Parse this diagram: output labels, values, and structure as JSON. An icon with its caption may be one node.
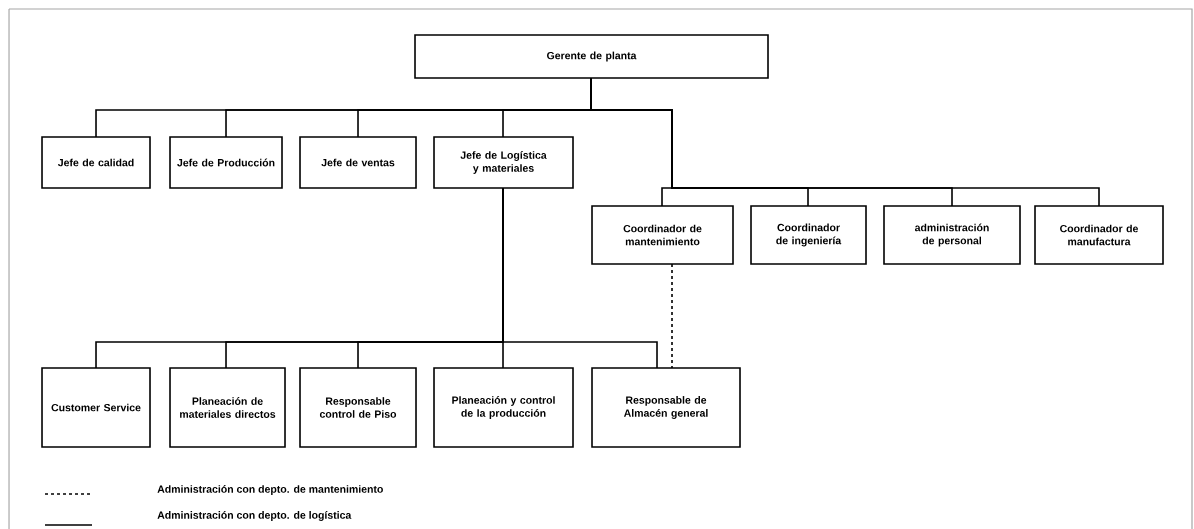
{
  "diagram": {
    "nodes": [
      {
        "text": [
          "Gerente de planta"
        ]
      },
      {
        "text": [
          "Jefe de calidad"
        ]
      },
      {
        "text": [
          "Jefe de Producción"
        ]
      },
      {
        "text": [
          "Jefe de ventas"
        ]
      },
      {
        "text": [
          "Jefe de Logística y materiales"
        ]
      },
      {
        "text": [
          "Coordinador de mantenimiento"
        ]
      },
      {
        "text": [
          "Coordinador de ingeniería"
        ]
      },
      {
        "text": [
          "administración de personal"
        ]
      },
      {
        "text": [
          "Coordinador de manufactura"
        ]
      },
      {
        "text": [
          "Customer Service"
        ]
      },
      {
        "text": [
          "Planeación de materiales directos"
        ]
      },
      {
        "text": [
          "Responsable control de Piso"
        ]
      },
      {
        "text": [
          "Planeación y control de la producción"
        ]
      },
      {
        "text": [
          "Responsable de Almacén general"
        ]
      }
    ],
    "edges": [
      {
        "from": 0,
        "to": 1,
        "arrow": "none"
      },
      {
        "from": 0,
        "to": 2,
        "arrow": "none"
      },
      {
        "from": 0,
        "to": 3,
        "arrow": "none"
      },
      {
        "from": 0,
        "to": 4,
        "arrow": "none"
      },
      {
        "from": 0,
        "to": 5,
        "arrow": "none"
      },
      {
        "from": 0,
        "to": 6,
        "arrow": "none"
      },
      {
        "from": 0,
        "to": 7,
        "arrow": "none"
      },
      {
        "from": 0,
        "to": 8,
        "arrow": "none"
      },
      {
        "from": 4,
        "to": 9,
        "arrow": "none"
      },
      {
        "from": 4,
        "to": 10,
        "arrow": "none"
      },
      {
        "from": 4,
        "to": 11,
        "arrow": "none"
      },
      {
        "from": 4,
        "to": 12,
        "arrow": "none"
      },
      {
        "from": 4,
        "to": 13,
        "arrow": "none"
      },
      {
        "from": 5,
        "to": 13,
        "arrow": "none",
        "style": "dashed"
      }
    ],
    "legend": [
      {
        "text": "Administración con depto. de mantenimiento"
      },
      {
        "text": "Administración con depto. de logística"
      }
    ]
  }
}
